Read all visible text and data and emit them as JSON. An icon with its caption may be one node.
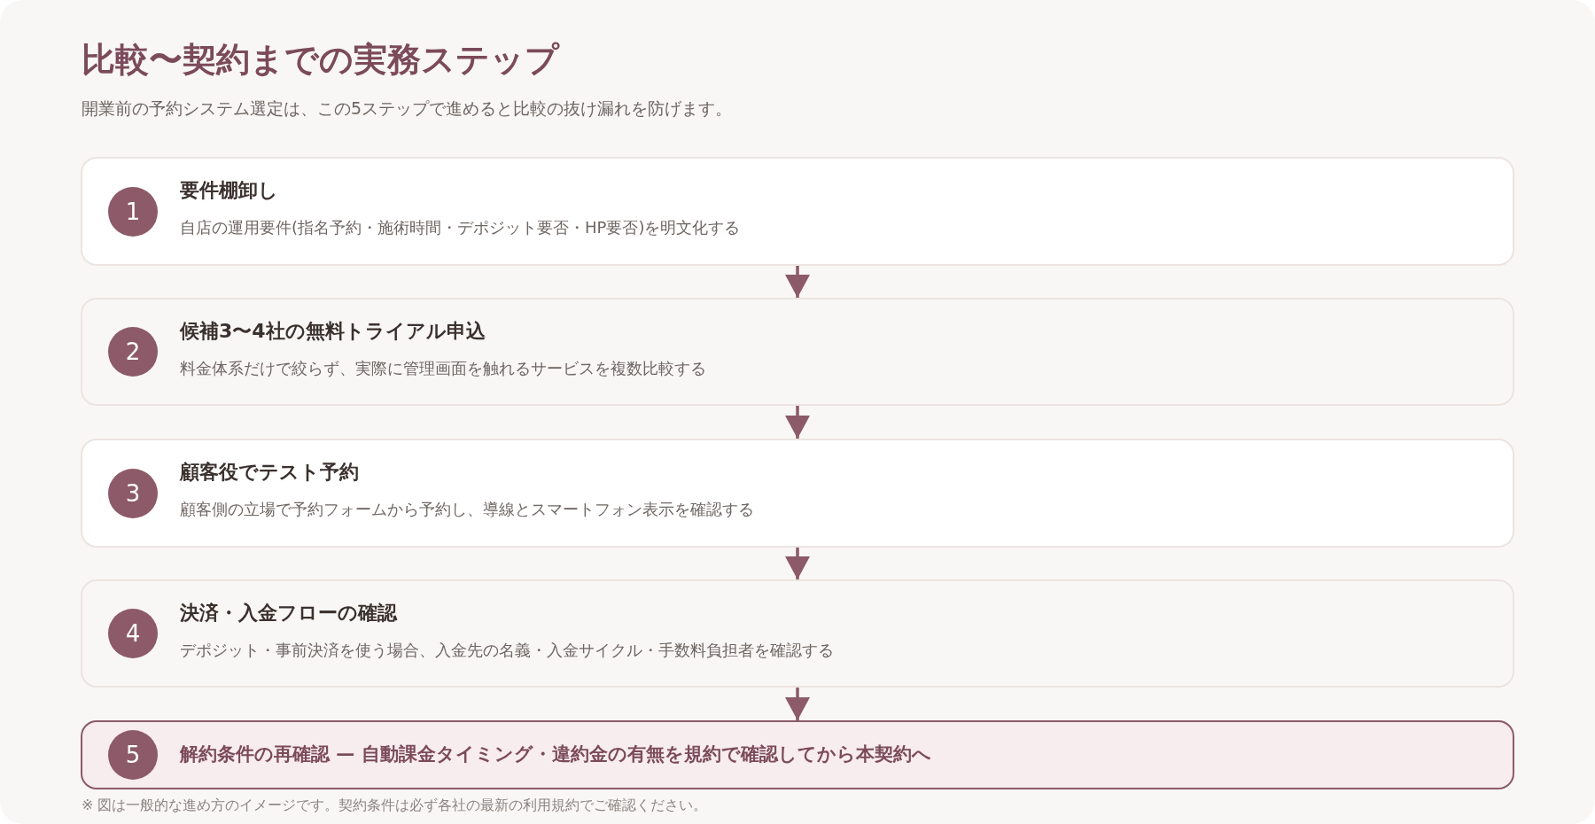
{
  "diagram": {
    "title": "比較〜契約までの実務ステップ",
    "labels": [
      "開業前の予約システム選定は、この5ステップで進めると比較の抜け漏れを防げます。"
    ],
    "nodes": [
      {
        "text": [
          "要件棚卸し",
          "自店の運用要件(指名予約・施術時間・デポジット要否・HP要否)を明文化する"
        ]
      },
      {
        "text": [
          "1"
        ],
        "in": 0
      },
      {
        "text": [
          "候補3〜4社の無料トライアル申込",
          "料金体系だけで絞らず、実際に管理画面を触れるサービスを複数比較する"
        ]
      },
      {
        "text": [
          "2"
        ],
        "in": 2
      },
      {
        "text": [
          "顧客役でテスト予約",
          "顧客側の立場で予約フォームから予約し、導線とスマートフォン表示を確認する"
        ]
      },
      {
        "text": [
          "3"
        ],
        "in": 4
      },
      {
        "text": [
          "決済・入金フローの確認",
          "デポジット・事前決済を使う場合、入金先の名義・入金サイクル・手数料負担者を確認する"
        ]
      },
      {
        "text": [
          "4"
        ],
        "in": 6
      },
      {
        "text": [
          "解約条件の再確認 — 自動課金タイミング・違約金の有無を規約で確認してから本契約へ"
        ]
      },
      {
        "text": [
          "5"
        ],
        "in": 8
      }
    ],
    "edges": [
      {
        "from": 0,
        "to": 2,
        "arrow": "to"
      },
      {
        "from": 2,
        "to": 4,
        "arrow": "to"
      },
      {
        "from": 4,
        "to": 6,
        "arrow": "to"
      },
      {
        "from": 6,
        "to": 8,
        "arrow": "to"
      }
    ],
    "caption": "※ 図は一般的な進め方のイメージです。契約条件は必ず各社の最新の利用規約でご確認ください。"
  }
}
